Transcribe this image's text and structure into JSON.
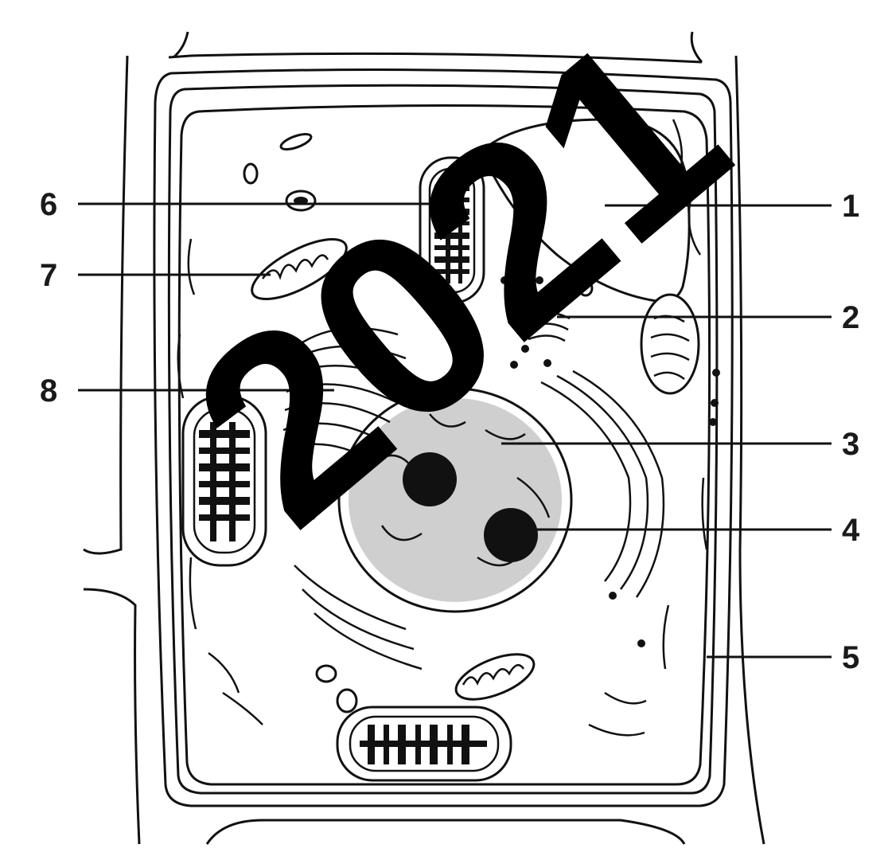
{
  "diagram": {
    "watermark": "2021",
    "labels": {
      "l1": "1",
      "l2": "2",
      "l3": "3",
      "l4": "4",
      "l5": "5",
      "l6": "6",
      "l7": "7",
      "l8": "8"
    },
    "colors": {
      "ink": "#111111",
      "background": "#ffffff",
      "nucleoplasm": "#cfcfcf"
    }
  }
}
